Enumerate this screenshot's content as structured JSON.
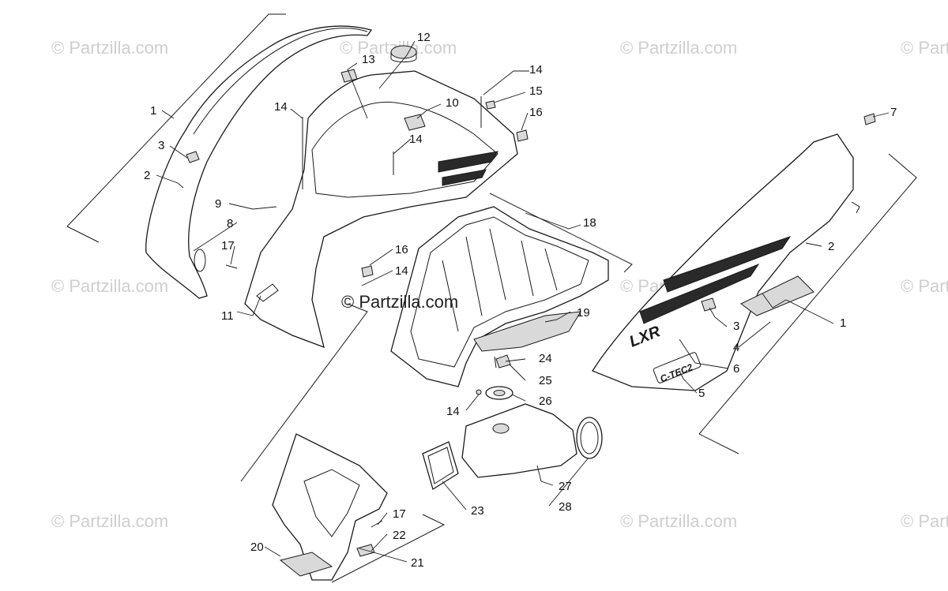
{
  "watermark": {
    "text": "© Partzilla.com",
    "center_text": "© Partzilla.com"
  },
  "decals": {
    "model": "LXR",
    "engine": "C-TEC2"
  },
  "callouts": {
    "c1a": "1",
    "c1b": "1",
    "c2a": "2",
    "c2b": "2",
    "c3a": "3",
    "c3b": "3",
    "c4": "4",
    "c5": "5",
    "c6": "6",
    "c7": "7",
    "c8": "8",
    "c9": "9",
    "c10": "10",
    "c11": "11",
    "c12": "12",
    "c13": "13",
    "c14a": "14",
    "c14b": "14",
    "c14c": "14",
    "c14d": "14",
    "c14e": "14",
    "c15": "15",
    "c16a": "16",
    "c16b": "16",
    "c17a": "17",
    "c17b": "17",
    "c18": "18",
    "c19": "19",
    "c20": "20",
    "c21": "21",
    "c22": "22",
    "c23": "23",
    "c24": "24",
    "c25": "25",
    "c26": "26",
    "c27": "27",
    "c28": "28"
  }
}
